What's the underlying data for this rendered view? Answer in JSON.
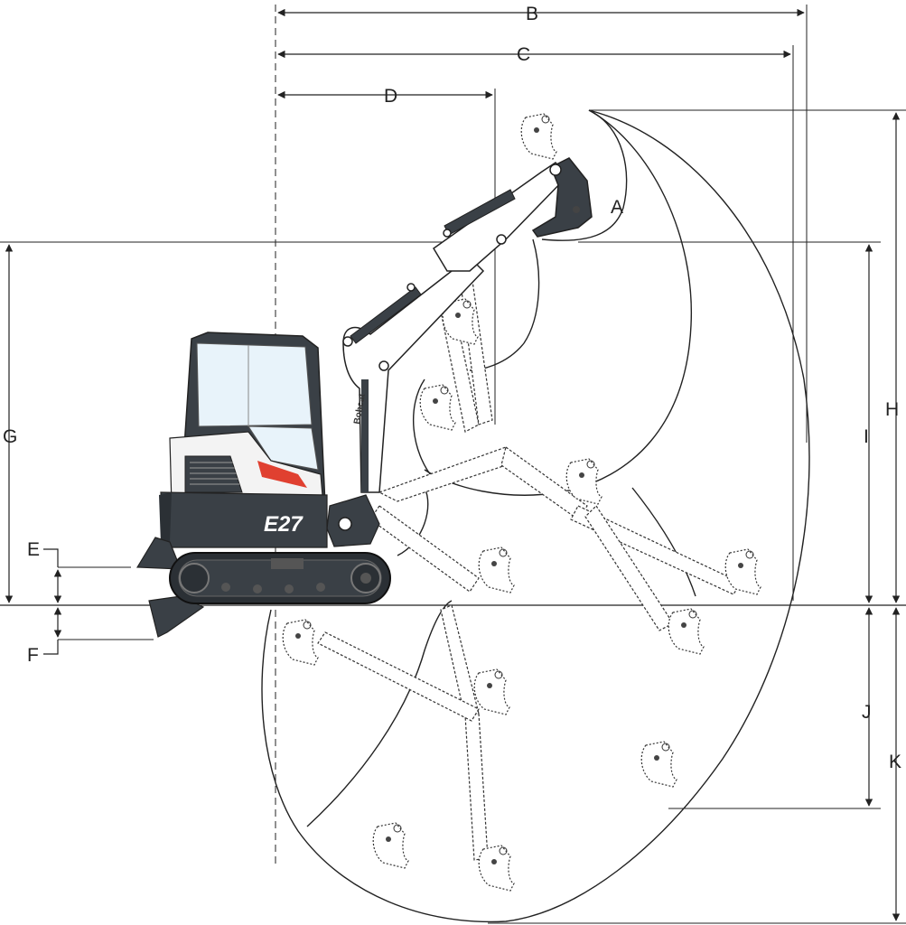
{
  "diagram": {
    "model_label": "E27",
    "brand_label": "Bobcat",
    "dimension_labels": {
      "A": "A",
      "B": "B",
      "C": "C",
      "D": "D",
      "E": "E",
      "F": "F",
      "G": "G",
      "H": "H",
      "I": "I",
      "J": "J",
      "K": "K"
    },
    "colors": {
      "body": "#3a4046",
      "accent_red": "#e04030",
      "line": "#222222",
      "glass": "#e8f3fa"
    }
  }
}
